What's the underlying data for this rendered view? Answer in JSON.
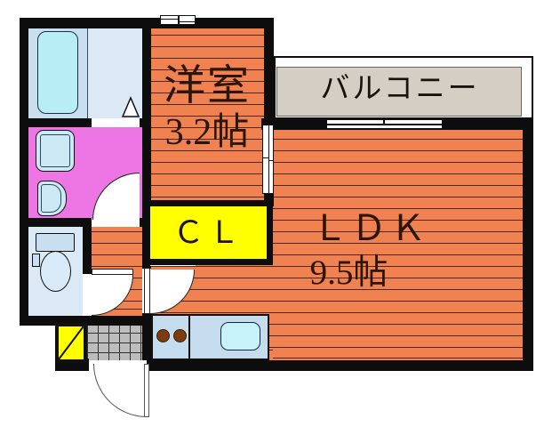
{
  "rooms": {
    "western": {
      "name": "洋室",
      "area": "3.2帖"
    },
    "ldk": {
      "name": "ＬＤＫ",
      "area": "9.5帖"
    },
    "balcony": {
      "name": "バルコニー"
    },
    "closet": {
      "name": "ＣＬ"
    }
  },
  "fixtures": [
    "bathtub",
    "washing-machine",
    "washbasin",
    "toilet",
    "shoe-cabinet",
    "entrance-tiles",
    "kitchen-counter",
    "stove-burners",
    "kitchen-sink",
    "sliding-window",
    "casement-window",
    "hinged-doors",
    "folding-door"
  ],
  "colors": {
    "wall": "#0d0d0d",
    "wood_floor_orange": "#f08150",
    "plank_line_brown": "#371605",
    "closet_yellow": "#ffff00",
    "washroom_pink": "#ee76e4",
    "balcony_beige": "#d5cec5",
    "bathtub_cyan": "#b9edf5",
    "bathroom_blue": "#c9def0",
    "fixture_blue": "#cde9f6",
    "entrance_tile_gray": "#bcbcbc",
    "burner_brown": "#7c3c10"
  }
}
